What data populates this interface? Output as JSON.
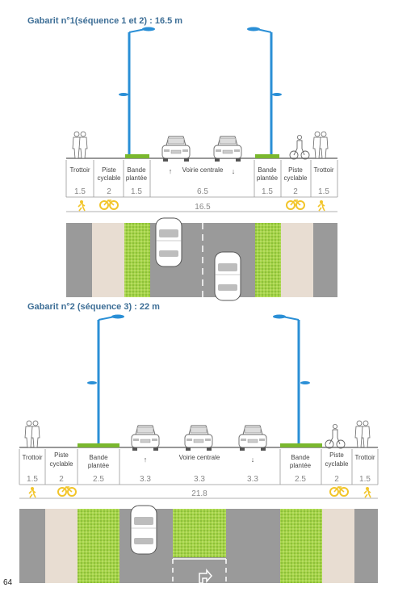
{
  "page_number": "64",
  "colors": {
    "title": "#3d6e96",
    "lamp": "#2a8fd6",
    "green": "#7ab82e",
    "grass_fill": "#9fd03f",
    "asphalt": "#9a9a9a",
    "cycle_lane": "#e8ddd2",
    "icon_yellow": "#f2c52a",
    "text": "#444444"
  },
  "section1": {
    "title": "Gabarit n°1(séquence 1 et 2) : 16.5 m",
    "labels": {
      "trottoir_left": "Trottoir",
      "piste_left": "Piste cyclable",
      "bande_left": "Bande plantée",
      "voirie": "Voirie centrale",
      "bande_right": "Bande plantée",
      "piste_right": "Piste cyclable",
      "trottoir_right": "Trottoir"
    },
    "widths": [
      "1.5",
      "2",
      "1.5",
      "6.5",
      "1.5",
      "2",
      "1.5"
    ],
    "total": "16.5"
  },
  "section2": {
    "title": "Gabarit n°2 (séquence 3) : 22 m",
    "labels": {
      "trottoir_left": "Trottoir",
      "piste_left": "Piste cyclable",
      "bande_left": "Bande plantée",
      "voirie": "Voirie centrale",
      "bande_right": "Bande plantée",
      "piste_right": "Piste cyclable",
      "trottoir_right": "Trottoir"
    },
    "widths": [
      "1.5",
      "2",
      "2.5",
      "3.3",
      "3.3",
      "3.3",
      "2.5",
      "2",
      "1.5"
    ],
    "total": "21.8"
  }
}
